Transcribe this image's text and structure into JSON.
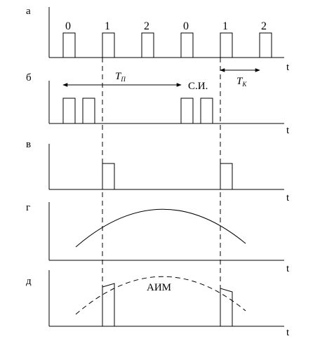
{
  "panels": [
    {
      "label": "а",
      "axis": "t"
    },
    {
      "label": "б",
      "axis": "t"
    },
    {
      "label": "в",
      "axis": "t"
    },
    {
      "label": "г",
      "axis": "t"
    },
    {
      "label": "д",
      "axis": "t"
    }
  ],
  "pulse_indices": [
    "0",
    "1",
    "2",
    "0",
    "1",
    "2"
  ],
  "labels": {
    "t_p_main": "T",
    "t_p_sub": "П",
    "t_k_main": "T",
    "t_k_sub": "К",
    "sync_pulse": "С.И.",
    "aim": "АИМ"
  }
}
